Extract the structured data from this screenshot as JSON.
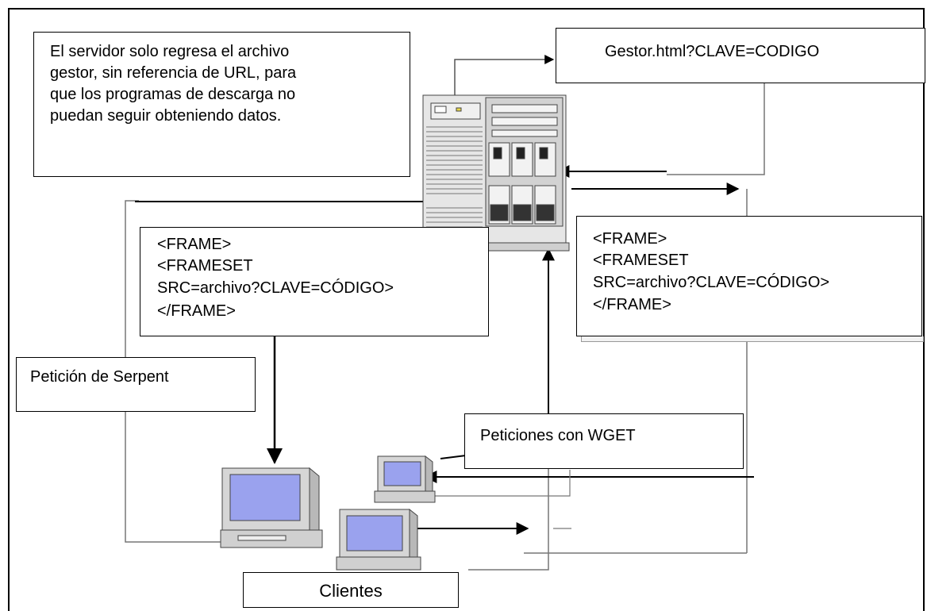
{
  "note_box": {
    "lines": [
      "El servidor solo regresa el archivo",
      "gestor, sin referencia de URL, para",
      "que los programas de descarga no",
      "puedan seguir obteniendo datos."
    ]
  },
  "gestor_box": {
    "label": "Gestor.html?CLAVE=CODIGO"
  },
  "frame_box_left": {
    "lines": [
      "<FRAME>",
      "<FRAMESET",
      "SRC=archivo?CLAVE=CÓDIGO>",
      "</FRAME>"
    ]
  },
  "frame_box_right": {
    "lines": [
      "<FRAME>",
      "<FRAMESET",
      "SRC=archivo?CLAVE=CÓDIGO>",
      "</FRAME>"
    ]
  },
  "serpent_box": {
    "label": "Petición de Serpent"
  },
  "wget_box": {
    "label": "Peticiones con WGET"
  },
  "clients_box": {
    "label": "Clientes"
  },
  "icons": {
    "server": "server-tower-icon",
    "computer": "desktop-computer-icon"
  },
  "colors": {
    "screen": "#9aa2ee",
    "case": "#d8d8d8",
    "line": "#000000",
    "thin_line": "#777777"
  }
}
